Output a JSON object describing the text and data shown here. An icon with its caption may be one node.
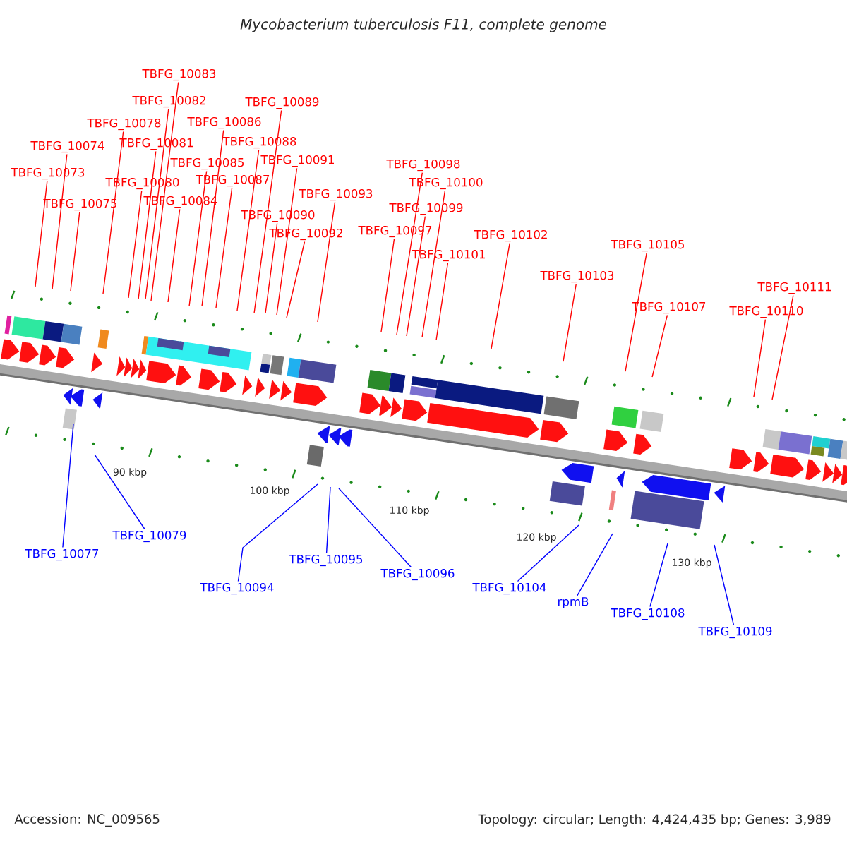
{
  "diagram": {
    "title": "Mycobacterium tuberculosis F11, complete genome",
    "nodes": [
      {
        "text": [
          "TBFG_10073"
        ]
      },
      {
        "text": [
          "TBFG_10074"
        ]
      },
      {
        "text": [
          "TBFG_10075"
        ]
      },
      {
        "text": [
          "TBFG_10078"
        ]
      },
      {
        "text": [
          "TBFG_10080"
        ]
      },
      {
        "text": [
          "TBFG_10081"
        ]
      },
      {
        "text": [
          "TBFG_10082"
        ]
      },
      {
        "text": [
          "TBFG_10083"
        ]
      },
      {
        "text": [
          "TBFG_10084"
        ]
      },
      {
        "text": [
          "TBFG_10085"
        ]
      },
      {
        "text": [
          "TBFG_10086"
        ]
      },
      {
        "text": [
          "TBFG_10087"
        ]
      },
      {
        "text": [
          "TBFG_10088"
        ]
      },
      {
        "text": [
          "TBFG_10089"
        ]
      },
      {
        "text": [
          "TBFG_10090"
        ]
      },
      {
        "text": [
          "TBFG_10091"
        ]
      },
      {
        "text": [
          "TBFG_10092"
        ]
      },
      {
        "text": [
          "TBFG_10093"
        ]
      },
      {
        "text": [
          "TBFG_10097"
        ]
      },
      {
        "text": [
          "TBFG_10098"
        ]
      },
      {
        "text": [
          "TBFG_10099"
        ]
      },
      {
        "text": [
          "TBFG_10100"
        ]
      },
      {
        "text": [
          "TBFG_10101"
        ]
      },
      {
        "text": [
          "TBFG_10102"
        ]
      },
      {
        "text": [
          "TBFG_10103"
        ]
      },
      {
        "text": [
          "TBFG_10105"
        ]
      },
      {
        "text": [
          "TBFG_10107"
        ]
      },
      {
        "text": [
          "TBFG_10110"
        ]
      },
      {
        "text": [
          "TBFG_10111"
        ]
      },
      {
        "text": [
          "TBFG_10077"
        ]
      },
      {
        "text": [
          "TBFG_10079"
        ]
      },
      {
        "text": [
          "TBFG_10094"
        ]
      },
      {
        "text": [
          "TBFG_10095"
        ]
      },
      {
        "text": [
          "TBFG_10096"
        ]
      },
      {
        "text": [
          "TBFG_10104"
        ]
      },
      {
        "text": [
          "rpmB"
        ]
      },
      {
        "text": [
          "TBFG_10108"
        ]
      },
      {
        "text": [
          "TBFG_10109"
        ]
      }
    ],
    "edges": [
      {
        "from": 0,
        "to": null,
        "arrow": "none"
      },
      {
        "from": 1,
        "to": null,
        "arrow": "none"
      },
      {
        "from": 2,
        "to": null,
        "arrow": "none"
      },
      {
        "from": 3,
        "to": null,
        "arrow": "none"
      },
      {
        "from": 4,
        "to": null,
        "arrow": "none"
      },
      {
        "from": 5,
        "to": null,
        "arrow": "none"
      },
      {
        "from": 6,
        "to": null,
        "arrow": "none"
      },
      {
        "from": 7,
        "to": null,
        "arrow": "none"
      },
      {
        "from": 8,
        "to": null,
        "arrow": "none"
      },
      {
        "from": 9,
        "to": null,
        "arrow": "none"
      },
      {
        "from": 10,
        "to": null,
        "arrow": "none"
      },
      {
        "from": 11,
        "to": null,
        "arrow": "none"
      },
      {
        "from": 12,
        "to": null,
        "arrow": "none"
      },
      {
        "from": 13,
        "to": null,
        "arrow": "none"
      },
      {
        "from": 14,
        "to": null,
        "arrow": "none"
      },
      {
        "from": 15,
        "to": null,
        "arrow": "none"
      },
      {
        "from": 16,
        "to": null,
        "arrow": "none"
      },
      {
        "from": 17,
        "to": null,
        "arrow": "none"
      },
      {
        "from": 18,
        "to": null,
        "arrow": "none"
      },
      {
        "from": 19,
        "to": null,
        "arrow": "none"
      },
      {
        "from": 20,
        "to": null,
        "arrow": "none"
      },
      {
        "from": 21,
        "to": null,
        "arrow": "none"
      },
      {
        "from": 22,
        "to": null,
        "arrow": "none"
      },
      {
        "from": 23,
        "to": null,
        "arrow": "none"
      },
      {
        "from": 24,
        "to": null,
        "arrow": "none"
      },
      {
        "from": 25,
        "to": null,
        "arrow": "none"
      },
      {
        "from": 26,
        "to": null,
        "arrow": "none"
      },
      {
        "from": 27,
        "to": null,
        "arrow": "none"
      },
      {
        "from": 28,
        "to": null,
        "arrow": "none"
      },
      {
        "from": 29,
        "to": null,
        "arrow": "none",
        "color": "#0000ff"
      },
      {
        "from": 30,
        "to": null,
        "arrow": "none",
        "color": "#0000ff"
      },
      {
        "from": 31,
        "to": null,
        "arrow": "none",
        "color": "#0000ff"
      },
      {
        "from": 32,
        "to": null,
        "arrow": "none",
        "color": "#0000ff"
      },
      {
        "from": 33,
        "to": null,
        "arrow": "none",
        "color": "#0000ff"
      },
      {
        "from": 34,
        "to": null,
        "arrow": "none",
        "color": "#0000ff"
      },
      {
        "from": 35,
        "to": null,
        "arrow": "none",
        "color": "#0000ff"
      },
      {
        "from": 36,
        "to": null,
        "arrow": "none",
        "color": "#0000ff"
      },
      {
        "from": 37,
        "to": null,
        "arrow": "none",
        "color": "#0000ff"
      }
    ],
    "labels": [
      "90 kbp",
      "100 kbp",
      "110 kbp",
      "120 kbp",
      "130 kbp",
      "Accession: NC_009565",
      "Topology: circular; Length: 4,424,435 bp; Genes: 3,989"
    ]
  }
}
